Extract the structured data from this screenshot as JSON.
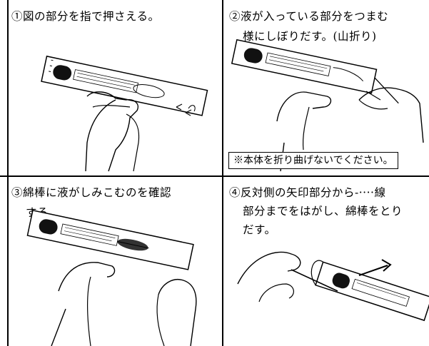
{
  "steps": [
    {
      "text": "①図の部分を指で押さえる。"
    },
    {
      "line1": "②液が入っている部分をつまむ",
      "line2": "様にしぼりだす。(山折り)"
    },
    {
      "line1": "③綿棒に液がしみこむのを確認",
      "line2": "する。"
    },
    {
      "line1": "④反対側の矢印部分から-····線",
      "line2": "部分までをはがし、綿棒をとり",
      "line3": "だす。"
    }
  ],
  "note": "※本体を折り曲げないでください。"
}
